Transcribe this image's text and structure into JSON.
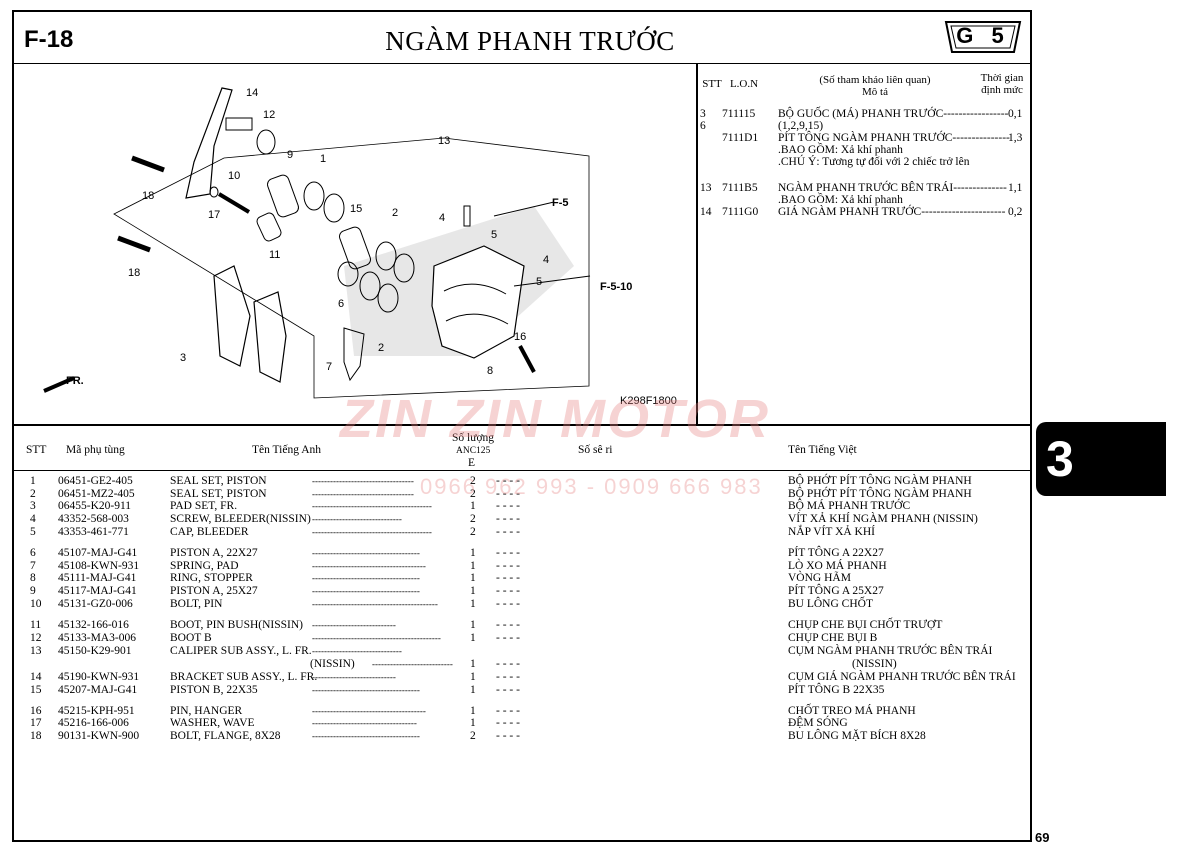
{
  "header": {
    "code": "F-18",
    "title": "NGÀM PHANH TRƯỚC",
    "group": "G 5",
    "page": "69",
    "tab": "3"
  },
  "diagram": {
    "callouts": [
      "14",
      "12",
      "9",
      "1",
      "13",
      "18",
      "10",
      "17",
      "15",
      "2",
      "4",
      "5",
      "F-5",
      "11",
      "18",
      "4",
      "5",
      "F-5-10",
      "6",
      "3",
      "2",
      "16",
      "7",
      "8",
      "FR."
    ],
    "code": "K298F1800"
  },
  "ref": {
    "header": {
      "stt": "STT",
      "lon": "L.O.N",
      "desc1": "(Số tham khảo liên quan)",
      "desc2": "Mô tả",
      "time1": "Thời gian",
      "time2": "định mức"
    },
    "rows": [
      {
        "stt": "3",
        "lon": "711115",
        "desc": "BỘ GUỐC (MÁ) PHANH TRƯỚC-----------------",
        "time": "0,1"
      },
      {
        "stt": "6",
        "lon": "",
        "desc": "(1,2,9,15)",
        "time": ""
      },
      {
        "stt": "",
        "lon": "7111D1",
        "desc": "PÍT TÔNG NGÀM PHANH TRƯỚC---------------",
        "time": "1,3"
      },
      {
        "stt": "",
        "lon": "",
        "desc": ".BAO GỒM: Xả khí phanh",
        "time": ""
      },
      {
        "stt": "",
        "lon": "",
        "desc": ".CHÚ Ý: Tương tự đối với 2 chiếc trở lên",
        "time": ""
      },
      {
        "stt": "13",
        "lon": "7111B5",
        "desc": "NGÀM PHANH TRƯỚC BÊN TRÁI--------------",
        "time": "1,1"
      },
      {
        "stt": "",
        "lon": "",
        "desc": ".BAO GỒM: Xả khí phanh",
        "time": ""
      },
      {
        "stt": "14",
        "lon": "7111G0",
        "desc": "GIÁ NGÀM PHANH TRƯỚC----------------------",
        "time": "0,2"
      }
    ]
  },
  "table": {
    "headers": {
      "stt": "STT",
      "part": "Mã phụ tùng",
      "en": "Tên Tiếng Anh",
      "qty1": "Số lượng",
      "qty2": "ANC125",
      "qty3": "E",
      "serial": "Số sê ri",
      "vi": "Tên Tiếng Việt"
    },
    "rows": [
      {
        "stt": "1",
        "part": "06451-GE2-405",
        "en": "SEAL SET, PISTON",
        "dash": "----------------------------------",
        "qty": "2",
        "cols": "-   -   -   -",
        "vi": "BỘ PHỚT PÍT TÔNG NGÀM PHANH"
      },
      {
        "stt": "2",
        "part": "06451-MZ2-405",
        "en": "SEAL SET, PISTON",
        "dash": "----------------------------------",
        "qty": "2",
        "cols": "-   -   -   -",
        "vi": "BỘ PHỚT PÍT TÔNG NGÀM PHANH"
      },
      {
        "stt": "3",
        "part": "06455-K20-911",
        "en": "PAD SET, FR.",
        "dash": "----------------------------------------",
        "qty": "1",
        "cols": "-   -   -   -",
        "vi": "BỘ MÁ PHANH TRƯỚC"
      },
      {
        "stt": "4",
        "part": "43352-568-003",
        "en": "SCREW, BLEEDER(NISSIN)",
        "dash": "------------------------------",
        "qty": "2",
        "cols": "-   -   -   -",
        "vi": "VÍT XẢ KHÍ NGÀM PHANH (NISSIN)"
      },
      {
        "stt": "5",
        "part": "43353-461-771",
        "en": "CAP, BLEEDER",
        "dash": "----------------------------------------",
        "qty": "2",
        "cols": "-   -   -   -",
        "vi": "NẮP VÍT XẢ KHÍ"
      },
      {
        "stt": "6",
        "part": "45107-MAJ-G41",
        "en": "PISTON A, 22X27",
        "dash": "------------------------------------",
        "qty": "1",
        "cols": "-   -   -   -",
        "vi": "PÍT TÔNG A 22X27"
      },
      {
        "stt": "7",
        "part": "45108-KWN-931",
        "en": "SPRING, PAD",
        "dash": "--------------------------------------",
        "qty": "1",
        "cols": "-   -   -   -",
        "vi": "LÒ XO MÁ PHANH"
      },
      {
        "stt": "8",
        "part": "45111-MAJ-G41",
        "en": "RING, STOPPER",
        "dash": "------------------------------------",
        "qty": "1",
        "cols": "-   -   -   -",
        "vi": "VÒNG HÃM"
      },
      {
        "stt": "9",
        "part": "45117-MAJ-G41",
        "en": "PISTON A, 25X27",
        "dash": "------------------------------------",
        "qty": "1",
        "cols": "-   -   -   -",
        "vi": "PÍT TÔNG A 25X27"
      },
      {
        "stt": "10",
        "part": "45131-GZ0-006",
        "en": "BOLT, PIN",
        "dash": "------------------------------------------",
        "qty": "1",
        "cols": "-   -   -   -",
        "vi": "BU LÔNG CHỐT"
      },
      {
        "stt": "11",
        "part": "45132-166-016",
        "en": "BOOT, PIN BUSH(NISSIN)",
        "dash": "----------------------------",
        "qty": "1",
        "cols": "-   -   -   -",
        "vi": "CHỤP CHE BỤI CHỐT TRƯỢT"
      },
      {
        "stt": "12",
        "part": "45133-MA3-006",
        "en": "BOOT B",
        "dash": "-------------------------------------------",
        "qty": "1",
        "cols": "-   -   -   -",
        "vi": "CHỤP CHE BỤI B"
      },
      {
        "stt": "13",
        "part": "45150-K29-901",
        "en": "CALIPER SUB ASSY., L. FR.",
        "dash": "------------------------------",
        "qty": "",
        "cols": "",
        "vi": "CỤM NGÀM PHANH TRƯỚC BÊN TRÁI"
      },
      {
        "stt": "",
        "part": "",
        "en": "(NISSIN)",
        "dash": "---------------------------",
        "qty": "1",
        "cols": "-   -   -   -",
        "vi": "(NISSIN)"
      },
      {
        "stt": "14",
        "part": "45190-KWN-931",
        "en": "BRACKET SUB ASSY., L. FR.",
        "dash": "----------------------------",
        "qty": "1",
        "cols": "-   -   -   -",
        "vi": "CỤM GIÁ NGÀM PHANH TRƯỚC BÊN TRÁI"
      },
      {
        "stt": "15",
        "part": "45207-MAJ-G41",
        "en": "PISTON B, 22X35",
        "dash": "------------------------------------",
        "qty": "1",
        "cols": "-   -   -   -",
        "vi": "PÍT TÔNG B 22X35"
      },
      {
        "stt": "16",
        "part": "45215-KPH-951",
        "en": "PIN, HANGER",
        "dash": "--------------------------------------",
        "qty": "1",
        "cols": "-   -   -   -",
        "vi": "CHỐT TREO MÁ PHANH"
      },
      {
        "stt": "17",
        "part": "45216-166-006",
        "en": "WASHER, WAVE",
        "dash": "-----------------------------------",
        "qty": "1",
        "cols": "-   -   -   -",
        "vi": "ĐỆM SÓNG"
      },
      {
        "stt": "18",
        "part": "90131-KWN-900",
        "en": "BOLT, FLANGE, 8X28",
        "dash": "------------------------------------",
        "qty": "2",
        "cols": "-   -   -   -",
        "vi": "BU LÔNG MẶT BÍCH 8X28"
      }
    ]
  },
  "watermark": {
    "brand": "ZIN ZIN MOTOR",
    "phone": "0966 962 993 - 0909 666 983"
  }
}
